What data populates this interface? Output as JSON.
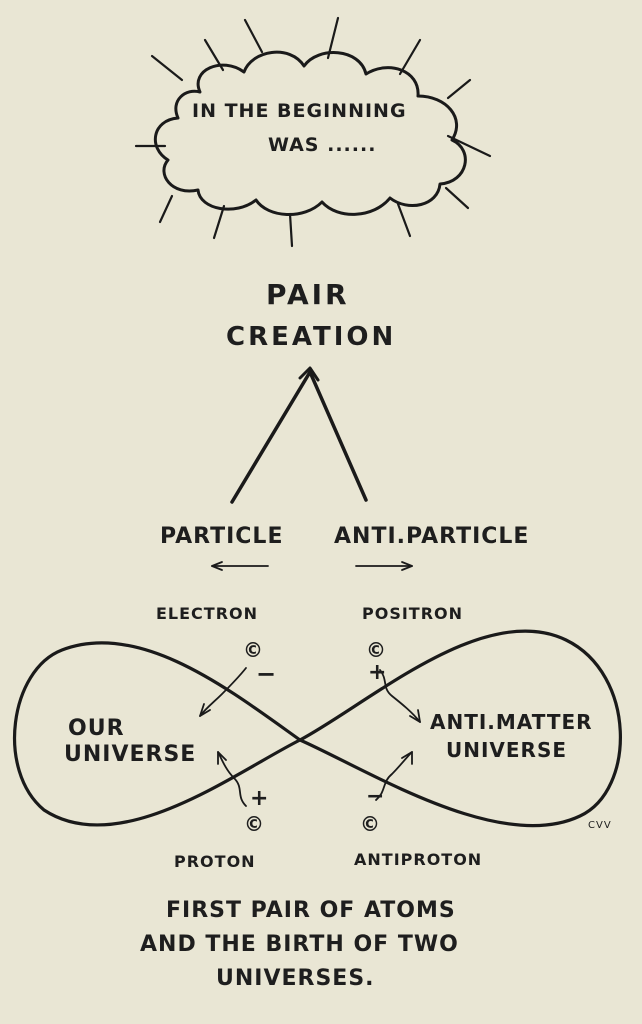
{
  "cloud": {
    "line1": "IN THE BEGINNING",
    "line2": "WAS ......"
  },
  "heading": {
    "line1": "PAIR",
    "line2": "CREATION"
  },
  "arrows": {
    "left": "PARTICLE",
    "right": "ANTI.PARTICLE"
  },
  "particles": {
    "electron": {
      "name": "ELECTRON",
      "sign": "−",
      "symbol": "©"
    },
    "positron": {
      "name": "POSITRON",
      "sign": "+",
      "symbol": "©"
    },
    "proton": {
      "name": "PROTON",
      "sign": "+",
      "symbol": "©"
    },
    "antiproton": {
      "name": "ANTIPROTON",
      "sign": "−",
      "symbol": "©"
    }
  },
  "universes": {
    "ours": {
      "line1": "OUR",
      "line2": "UNIVERSE"
    },
    "anti": {
      "line1": "ANTI.MATTER",
      "line2": "UNIVERSE"
    }
  },
  "signature": "CVV",
  "caption": {
    "line1": "FIRST PAIR OF ATOMS",
    "line2": "AND THE BIRTH OF TWO",
    "line3": "UNIVERSES."
  }
}
